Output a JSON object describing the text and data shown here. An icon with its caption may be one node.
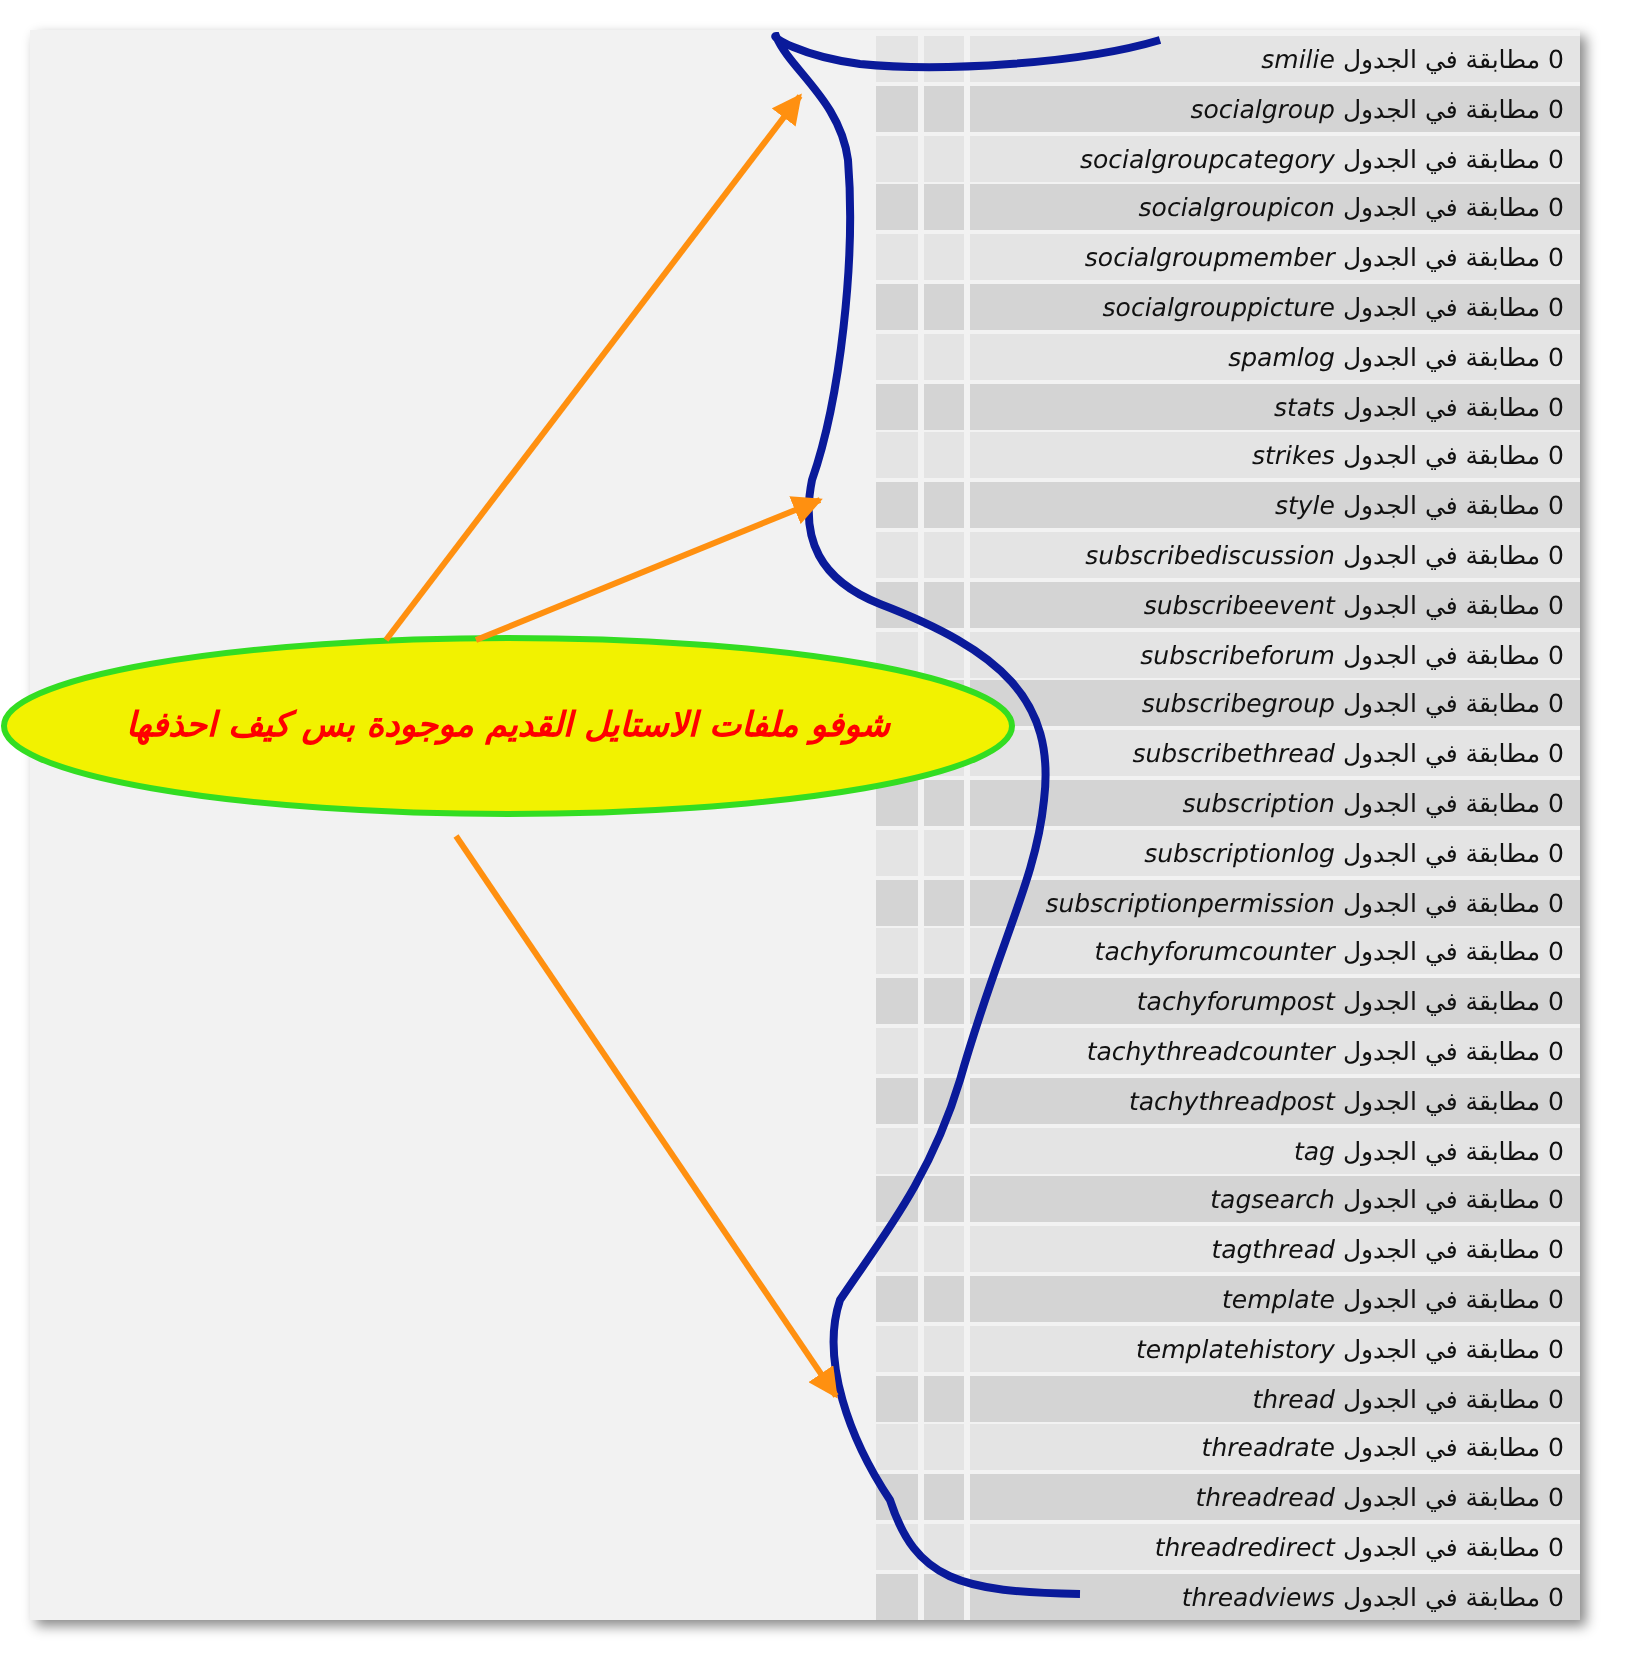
{
  "diagram": {
    "nodes": [
      {
        "text": [
          "شوفو ملفات الاستايل القديم موجودة بس كيف احذفها"
        ]
      },
      {
        "text": [],
        "shape": "line"
      }
    ],
    "edges": [
      {
        "from": 0,
        "to": 1,
        "arrow": "to"
      },
      {
        "from": 0,
        "to": 1,
        "arrow": "to"
      },
      {
        "from": 0,
        "to": 1,
        "arrow": "to"
      }
    ],
    "labels": [
      "smilie",
      "0 مطابقة في الجدول",
      "socialgroup",
      "0 مطابقة في الجدول",
      "socialgroupcategory",
      "0 مطابقة في الجدول",
      "socialgroupicon",
      "0 مطابقة في الجدول",
      "socialgroupmember",
      "0 مطابقة في الجدول",
      "socialgrouppicture",
      "0 مطابقة في الجدول",
      "spamlog",
      "0 مطابقة في الجدول",
      "stats",
      "0 مطابقة في الجدول",
      "strikes",
      "0 مطابقة في الجدول",
      "style",
      "0 مطابقة في الجدول",
      "subscribediscussion",
      "0 مطابقة في الجدول",
      "subscribeevent",
      "0 مطابقة في الجدول",
      "subscribeforum",
      "0 مطابقة في الجدول",
      "subscribegroup",
      "0 مطابقة في الجدول",
      "subscribethread",
      "0 مطابقة في الجدول",
      "subscription",
      "0 مطابقة في الجدول",
      "subscriptionlog",
      "0 مطابقة في الجدول",
      "subscriptionpermission",
      "0 مطابقة في الجدول",
      "tachyforumcounter",
      "0 مطابقة في الجدول",
      "tachyforumpost",
      "0 مطابقة في الجدول",
      "tachythreadcounter",
      "0 مطابقة في الجدول",
      "tachythreadpost",
      "0 مطابقة في الجدول",
      "tag",
      "0 مطابقة في الجدول",
      "tagsearch",
      "0 مطابقة في الجدول",
      "tagthread",
      "0 مطابقة في الجدول",
      "template",
      "0 مطابقة في الجدول",
      "templatehistory",
      "0 مطابقة في الجدول",
      "thread",
      "0 مطابقة في الجدول",
      "threadrate",
      "0 مطابقة في الجدول",
      "threadread",
      "0 مطابقة في الجدول",
      "threadredirect",
      "0 مطابقة في الجدول",
      "threadviews",
      "0 مطابقة في الجدول"
    ]
  }
}
